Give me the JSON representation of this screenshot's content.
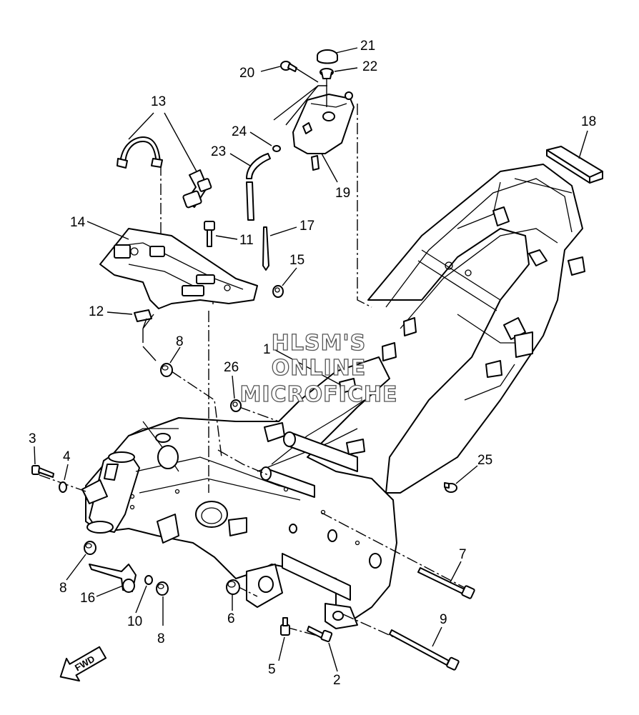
{
  "watermark": {
    "line1": "HLSM'S",
    "line2": "ONLINE",
    "line3": "MICROFICHE"
  },
  "direction_label": "FWD",
  "callouts": {
    "c1": "1",
    "c2": "2",
    "c3": "3",
    "c4": "4",
    "c5": "5",
    "c6": "6",
    "c7": "7",
    "c8a": "8",
    "c8b": "8",
    "c8c": "8",
    "c9": "9",
    "c10": "10",
    "c11": "11",
    "c12": "12",
    "c13": "13",
    "c14": "14",
    "c15": "15",
    "c16": "16",
    "c17": "17",
    "c18": "18",
    "c19": "19",
    "c20": "20",
    "c21": "21",
    "c22": "22",
    "c23": "23",
    "c24": "24",
    "c25": "25",
    "c26": "26"
  }
}
